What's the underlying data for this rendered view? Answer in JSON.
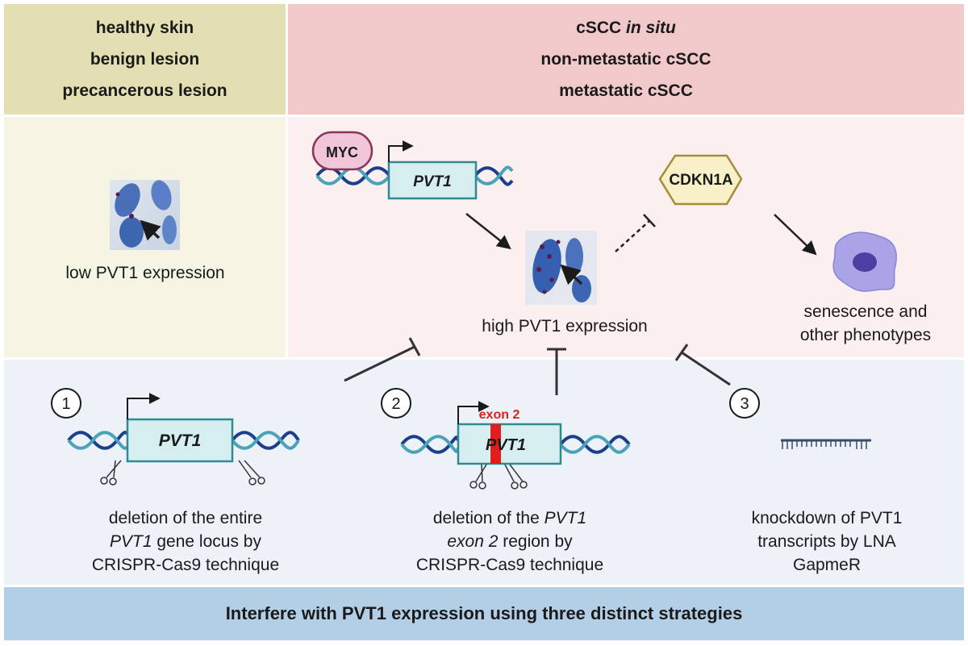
{
  "header": {
    "left_lines": [
      "healthy skin",
      "benign lesion",
      "precancerous lesion"
    ],
    "right_line1_main": "cSCC",
    "right_line1_italic": "in situ",
    "right_line2": "non-metastatic cSCC",
    "right_line3": "metastatic cSCC"
  },
  "middle": {
    "low_expression": "low PVT1 expression",
    "high_expression": "high PVT1 expression",
    "myc_label": "MYC",
    "gene_label": "PVT1",
    "cdkn1a_label": "CDKN1A",
    "senescence_line1": "senescence and",
    "senescence_line2": "other phenotypes"
  },
  "strategies": [
    {
      "number": "1",
      "gene_label": "PVT1",
      "line1": "deletion of the entire",
      "line2_italic": "PVT1",
      "line2_rest": " gene locus by",
      "line3": "CRISPR-Cas9 technique"
    },
    {
      "number": "2",
      "gene_label": "PVT1",
      "exon_label": "exon 2",
      "line1_main": "deletion of the ",
      "line1_italic": "PVT1",
      "line2_italic": "exon 2",
      "line2_rest": " region by",
      "line3": "CRISPR-Cas9 technique"
    },
    {
      "number": "3",
      "line1": "knockdown of PVT1",
      "line2": "transcripts by LNA",
      "line3": "GapmeR"
    }
  ],
  "footer": {
    "text": "Interfere with PVT1 expression using three distinct strategies"
  },
  "colors": {
    "header_left": "#e3dfb3",
    "header_right": "#f2c9cb",
    "footer": "#b3cfe6",
    "gene_box_fill": "#d6eef0",
    "gene_box_stroke": "#2f8a93",
    "myc_fill": "#f1c6d9",
    "myc_stroke": "#8a3557",
    "cdkn1a_fill": "#f7f0c8",
    "cdkn1a_stroke": "#a48d32",
    "exon_red": "#e21c1c",
    "cell_fill": "#a9a4e6"
  }
}
